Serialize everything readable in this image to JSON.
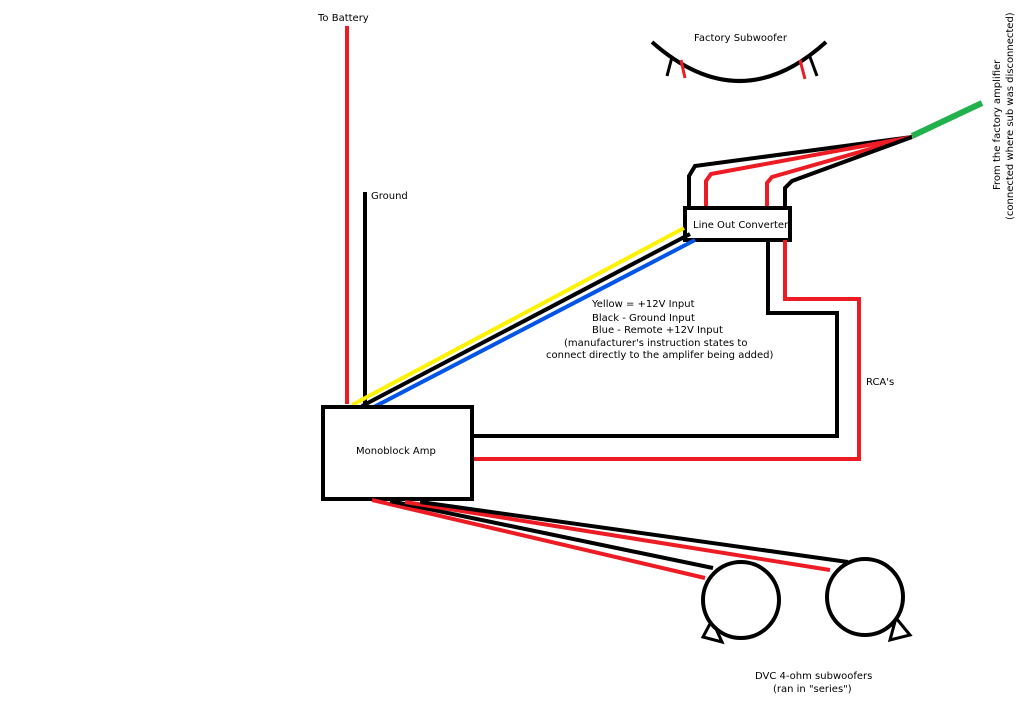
{
  "colors": {
    "red": "#ed1c24",
    "black": "#000000",
    "yellow": "#fff200",
    "blue": "#0054e6",
    "green": "#22b14c"
  },
  "labels": {
    "to_battery": "To Battery",
    "ground": "Ground",
    "factory_subwoofer": "Factory Subwoofer",
    "line_out_converter": "Line Out Converter",
    "monoblock_amp": "Monoblock Amp",
    "rcas": "RCA's",
    "from_factory_line1": "From the factory amplifier",
    "from_factory_line2": "(connected where sub was disconnected)",
    "subwoofers_line1": "DVC 4-ohm subwoofers",
    "subwoofers_line2": "(ran in \"series\")"
  },
  "notes": {
    "line1": "Yellow = +12V Input",
    "line2": "Black - Ground Input",
    "line3": "Blue - Remote +12V Input",
    "line4": "(manufacturer's instruction states to",
    "line5": "connect directly to the amplifer being added)"
  }
}
